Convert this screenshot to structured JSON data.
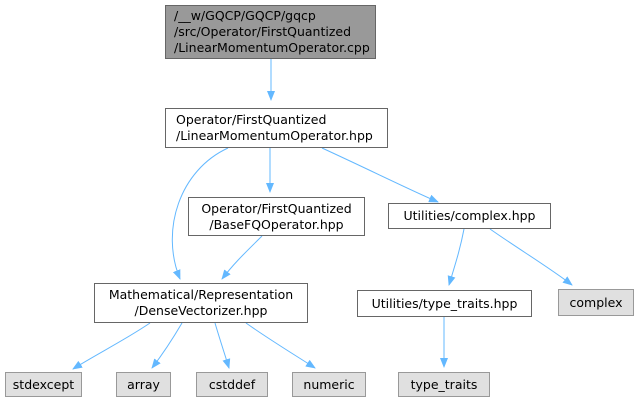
{
  "nodes": {
    "source": {
      "line1": "/__w/GQCP/GQCP/gqcp",
      "line2": "/src/Operator/FirstQuantized",
      "line3": "/LinearMomentumOperator.cpp"
    },
    "lmop_hpp": {
      "line1": "Operator/FirstQuantized",
      "line2": "/LinearMomentumOperator.hpp"
    },
    "basefq_hpp": {
      "line1": "Operator/FirstQuantized",
      "line2": "/BaseFQOperator.hpp"
    },
    "complex_hpp": {
      "line1": "Utilities/complex.hpp"
    },
    "densevec_hpp": {
      "line1": "Mathematical/Representation",
      "line2": "/DenseVectorizer.hpp"
    },
    "type_traits_hpp": {
      "line1": "Utilities/type_traits.hpp"
    },
    "complex": {
      "line1": "complex"
    },
    "stdexcept": {
      "line1": "stdexcept"
    },
    "array": {
      "line1": "array"
    },
    "cstddef": {
      "line1": "cstddef"
    },
    "numeric": {
      "line1": "numeric"
    },
    "type_traits": {
      "line1": "type_traits"
    }
  },
  "colors": {
    "edge": "#63b8ff",
    "start_fill": "#999999",
    "system_fill": "#e0e0e0",
    "file_fill": "#ffffff"
  }
}
